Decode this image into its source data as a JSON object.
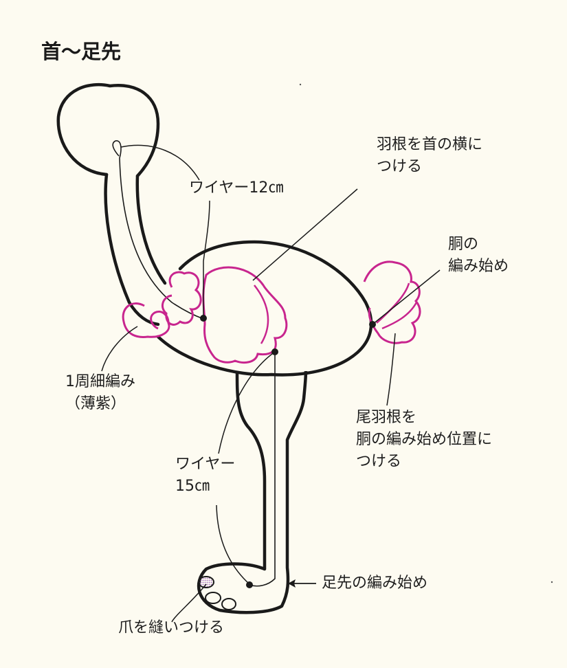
{
  "title": "首～足先",
  "labels": {
    "neck_wire": "ワイヤー12㎝",
    "feather_neck": [
      "羽根を首の横に",
      "つける"
    ],
    "body_start": [
      "胴の",
      "編み始め"
    ],
    "round_single": [
      "1周細編み",
      "（薄紫）"
    ],
    "tail_feather": [
      "尾羽根を",
      "胴の編み始め位置に",
      "つける"
    ],
    "leg_wire": [
      "ワイヤー",
      "15㎝"
    ],
    "foot_start": "足先の編み始め",
    "claws": "爪を縫いつける"
  },
  "colors": {
    "outline": "#1a1a1a",
    "feather": "#c8258e",
    "claw": "#c9a0d8",
    "paper": "#fdfbf1"
  }
}
